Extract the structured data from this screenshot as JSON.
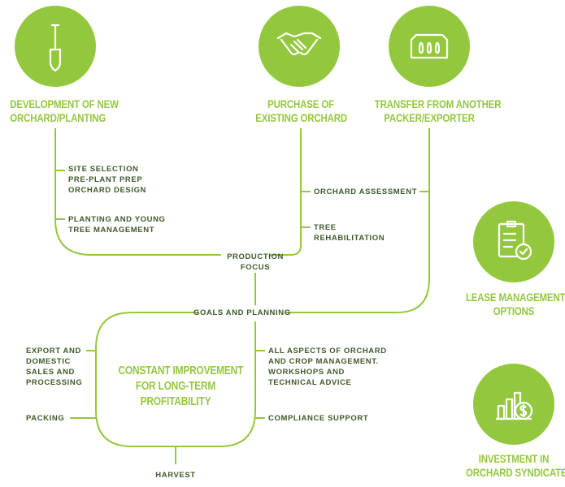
{
  "colors": {
    "accent": "#93c83e",
    "label_text": "#3d5a2a",
    "background": "#ffffff"
  },
  "nodes": {
    "development": {
      "icon": "shovel-icon",
      "lines": [
        "DEVELOPMENT OF NEW",
        "ORCHARD/PLANTING"
      ]
    },
    "purchase": {
      "icon": "handshake-icon",
      "lines": [
        "PURCHASE OF",
        "EXISTING ORCHARD"
      ]
    },
    "transfer": {
      "icon": "fruit-crate-icon",
      "lines": [
        "TRANSFER FROM ANOTHER",
        "PACKER/EXPORTER"
      ]
    },
    "lease": {
      "icon": "clipboard-check-icon",
      "lines": [
        "LEASE MANAGEMENT",
        "OPTIONS"
      ]
    },
    "investment": {
      "icon": "bar-chart-dollar-icon",
      "lines": [
        "INVESTMENT IN",
        "ORCHARD SYNDICATE"
      ]
    }
  },
  "labels": {
    "site_selection": [
      "SITE SELECTION",
      "PRE-PLANT PREP",
      "ORCHARD DESIGN"
    ],
    "planting": [
      "PLANTING AND YOUNG",
      "TREE MANAGEMENT"
    ],
    "orchard_assessment": [
      "ORCHARD ASSESSMENT"
    ],
    "tree_rehab": [
      "TREE",
      "REHABILITATION"
    ],
    "production_focus": [
      "PRODUCTION",
      "FOCUS"
    ],
    "goals_planning": [
      "GOALS AND PLANNING"
    ],
    "export": [
      "EXPORT AND",
      "DOMESTIC",
      "SALES AND",
      "PROCESSING"
    ],
    "all_aspects": [
      "ALL ASPECTS OF ORCHARD",
      "AND CROP MANAGEMENT.",
      "WORKSHOPS AND",
      "TECHNICAL ADVICE"
    ],
    "packing": [
      "PACKING"
    ],
    "compliance": [
      "COMPLIANCE SUPPORT"
    ],
    "harvest": [
      "HARVEST"
    ]
  },
  "center_text": [
    "CONSTANT IMPROVEMENT",
    "FOR LONG-TERM",
    "PROFITABILITY"
  ]
}
